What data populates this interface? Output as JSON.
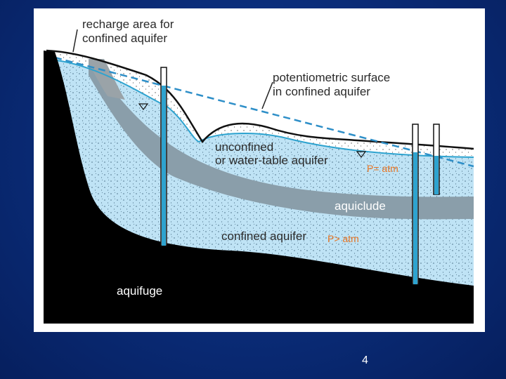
{
  "diagram": {
    "labels": {
      "recharge_line1": "recharge area for",
      "recharge_line2": "confined aquifer",
      "potentiometric_line1": "potentiometric surface",
      "potentiometric_line2": "in confined aquifer",
      "unconfined_line1": "unconfined",
      "unconfined_line2": "or water-table aquifer",
      "p_equal": "P= atm",
      "aquiclude": "aquiclude",
      "confined_aquifer": "confined aquifer",
      "p_greater": "P> atm",
      "aquifuge": "aquifuge"
    },
    "colors": {
      "aquifer_fill": "#bfe3f5",
      "water_table_surface": "#2ea3cf",
      "aquiclude": "#8a9eaa",
      "aquifuge": "#000000",
      "pressure_label": "#e87422",
      "background": "#0b2f7e"
    }
  },
  "slide": {
    "page_number": "4"
  }
}
